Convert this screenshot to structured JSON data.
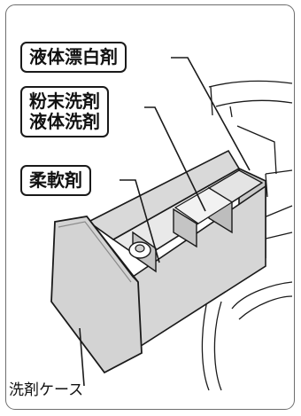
{
  "callouts": {
    "liquid_bleach": "液体漂白剤",
    "powder_detergent": "粉末洗剤",
    "liquid_detergent": "液体洗剤",
    "softener": "柔軟剤"
  },
  "labels": {
    "detergent_case": "洗剤ケース"
  },
  "colors": {
    "frame": "#6e6e6e",
    "outline": "#1a1a1a",
    "case_light": "#e9e9e9",
    "case_mid": "#d2d2d2",
    "case_dark": "#b8b8b8"
  }
}
